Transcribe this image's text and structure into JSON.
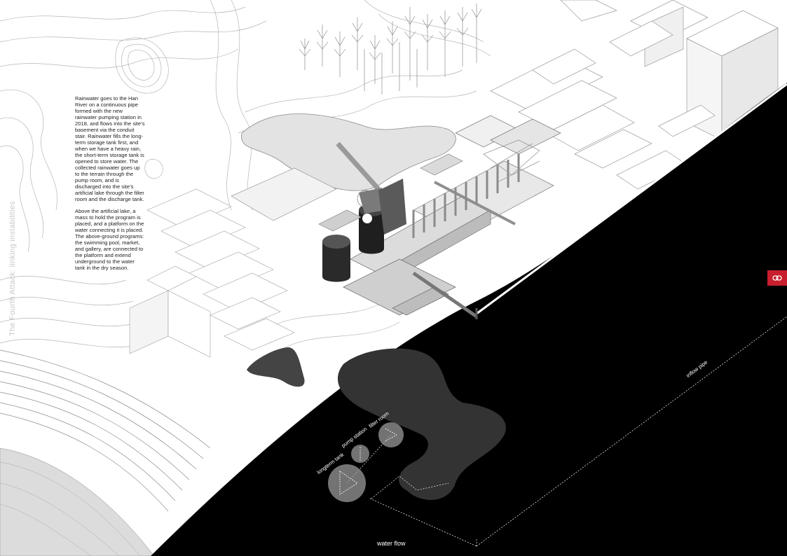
{
  "description": {
    "paragraph_1": "Rainwater goes to the Han River on a continuous pipe formed with the new rainwater pumping station in 2018, and flows into the site’s basement via the conduit stair. Rainwater fills the long-term storage tank first, and when we have a heavy rain, the short-term storage tank is opened to store water. The collected rainwater goes up to the terrain through the pump room, and is discharged into the site’s artificial lake through the filter room and the discharge tank.",
    "paragraph_2": "Above the artificial lake, a mass to hold the program is placed, and a platform on the water connecting it is placed. The above-ground programs: the swimming pool, market, and gallery, are connected to the platform and extend underground to the water tank in the dry season."
  },
  "vertical_title": "The Fourth Attack: linking instabilities",
  "diagram_labels": {
    "longterm_tank": "longterm tank",
    "pump_station": "pump station",
    "filter_room": "filter room",
    "inflow_pipe": "inflow pipe",
    "water_flow": "water flow"
  },
  "icons": {
    "side_tab": "link-icon"
  },
  "colors": {
    "accent": "#c71f2d",
    "underground": "#000000",
    "water": "#333333",
    "line": "#9a9a9a"
  }
}
